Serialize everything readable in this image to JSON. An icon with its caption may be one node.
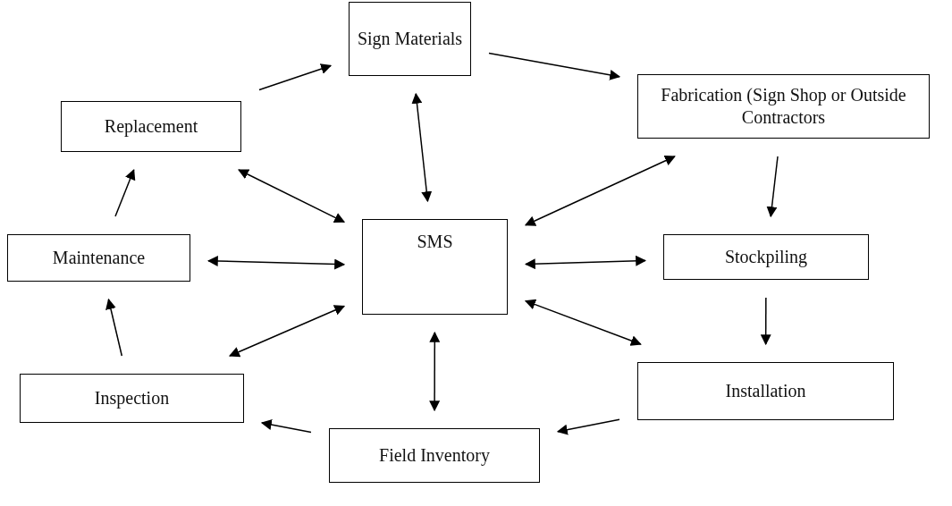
{
  "diagram": {
    "nodes": [
      {
        "text": [
          "Sign Materials"
        ]
      },
      {
        "text": [
          "Fabrication (Sign Shop or Outside Contractors"
        ]
      },
      {
        "text": [
          "Replacement"
        ]
      },
      {
        "text": [
          "SMS"
        ]
      },
      {
        "text": [
          "Maintenance"
        ]
      },
      {
        "text": [
          "Stockpiling"
        ]
      },
      {
        "text": [
          "Inspection"
        ]
      },
      {
        "text": [
          "Installation"
        ]
      },
      {
        "text": [
          "Field Inventory"
        ]
      }
    ],
    "edges": [
      {
        "from": 2,
        "to": 0,
        "arrow": "to"
      },
      {
        "from": 0,
        "to": 1,
        "arrow": "to"
      },
      {
        "from": 1,
        "to": 5,
        "arrow": "to"
      },
      {
        "from": 5,
        "to": 7,
        "arrow": "to"
      },
      {
        "from": 7,
        "to": 8,
        "arrow": "to"
      },
      {
        "from": 8,
        "to": 6,
        "arrow": "to"
      },
      {
        "from": 6,
        "to": 4,
        "arrow": "to"
      },
      {
        "from": 4,
        "to": 2,
        "arrow": "to"
      },
      {
        "from": 3,
        "to": 0,
        "arrow": "both"
      },
      {
        "from": 3,
        "to": 1,
        "arrow": "both"
      },
      {
        "from": 3,
        "to": 5,
        "arrow": "both"
      },
      {
        "from": 3,
        "to": 7,
        "arrow": "both"
      },
      {
        "from": 3,
        "to": 8,
        "arrow": "both"
      },
      {
        "from": 3,
        "to": 6,
        "arrow": "both"
      },
      {
        "from": 3,
        "to": 4,
        "arrow": "both"
      },
      {
        "from": 3,
        "to": 2,
        "arrow": "both"
      }
    ]
  }
}
